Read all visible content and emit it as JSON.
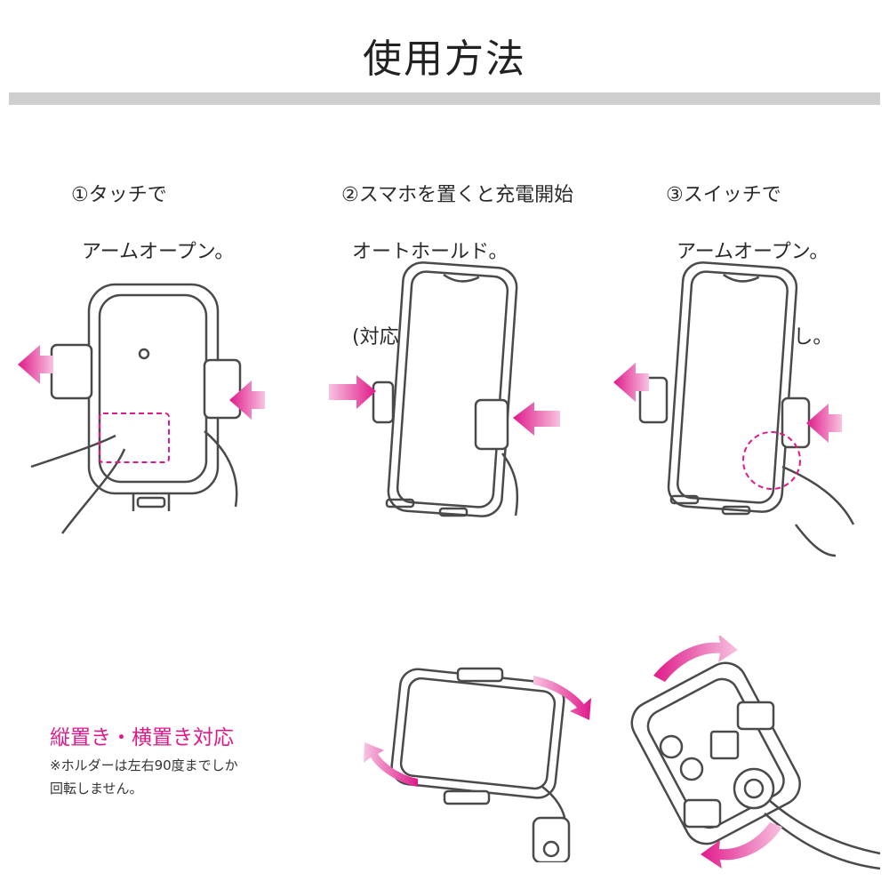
{
  "header": {
    "title": "使用方法"
  },
  "steps": [
    {
      "line1": "①タッチで",
      "line2": "アームオープン。",
      "line3": ""
    },
    {
      "line1": "②スマホを置くと充電開始",
      "line2": "オートホールド。",
      "line3": "(対応機種のみ)"
    },
    {
      "line1": "③スイッチで",
      "line2": "アームオープン。",
      "line3": "スマホを取外し。"
    }
  ],
  "orientation": {
    "heading": "縦置き・横置き対応",
    "note_line1": "※ホルダーは左右90度までしか",
    "note_line2": "回転しません。"
  },
  "colors": {
    "accent": "#e0198a",
    "line": "#4a4a4a",
    "divider": "#cfcfcf"
  }
}
